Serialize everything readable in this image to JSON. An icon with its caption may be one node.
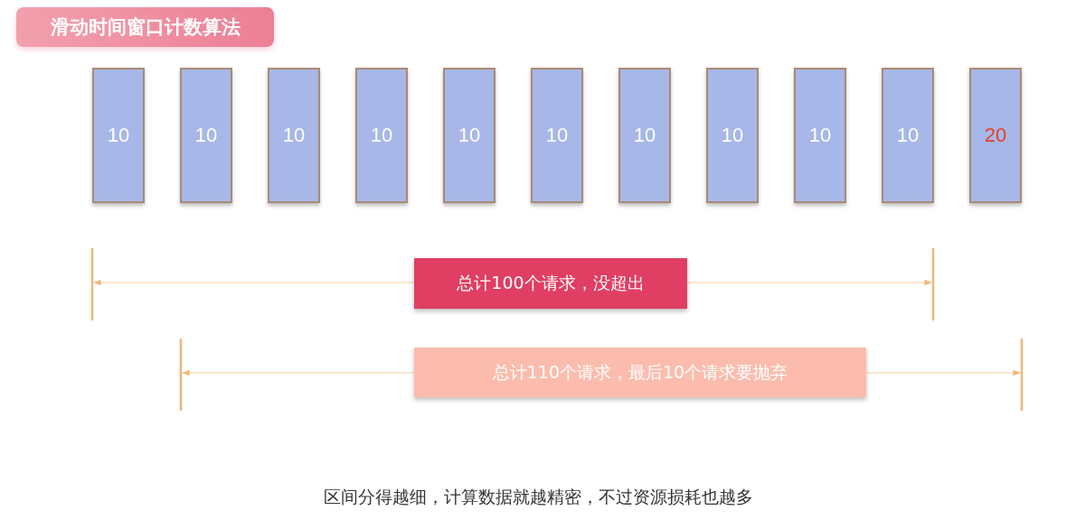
{
  "diagram": {
    "title": "滑动时间窗口计数算法",
    "nodes": [
      {
        "text": [
          "10"
        ]
      },
      {
        "text": [
          "10"
        ]
      },
      {
        "text": [
          "10"
        ]
      },
      {
        "text": [
          "10"
        ]
      },
      {
        "text": [
          "10"
        ]
      },
      {
        "text": [
          "10"
        ]
      },
      {
        "text": [
          "10"
        ]
      },
      {
        "text": [
          "10"
        ]
      },
      {
        "text": [
          "10"
        ]
      },
      {
        "text": [
          "10"
        ]
      },
      {
        "text": [
          "20"
        ]
      },
      {
        "text": [
          "总计100个请求，没超出"
        ]
      },
      {
        "text": [
          "总计110个请求，最后10个请求要抛弃"
        ]
      }
    ],
    "edges": [],
    "caption": "区间分得越细，计算数据就越精密，不过资源损耗也越多"
  }
}
